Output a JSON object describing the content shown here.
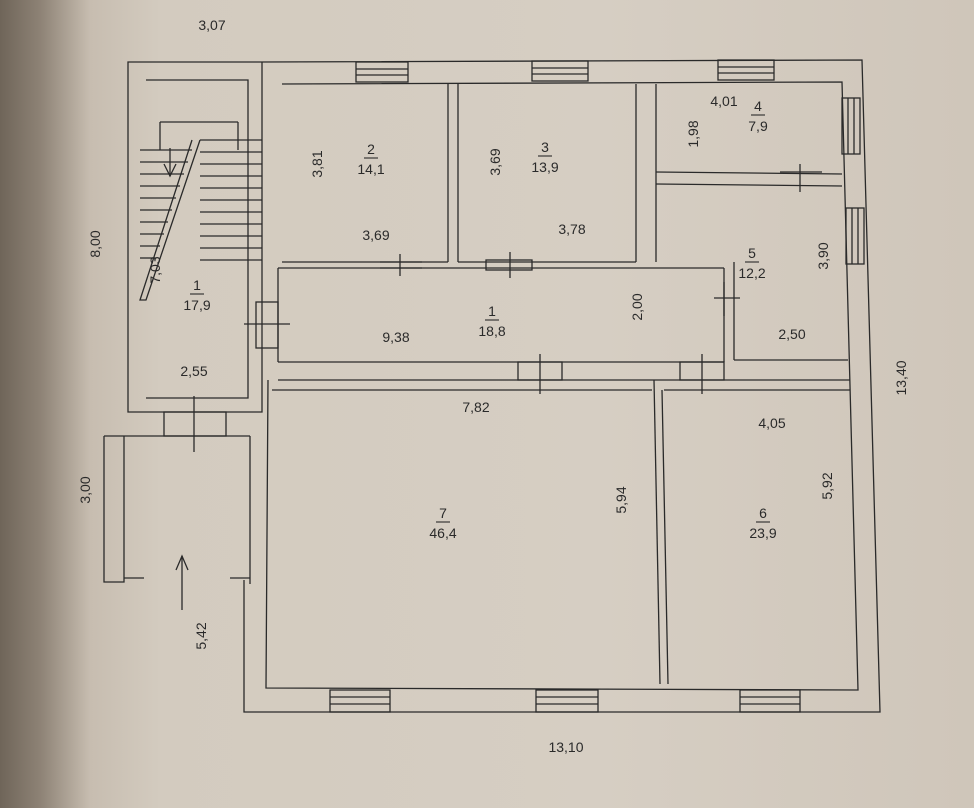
{
  "page_title": "",
  "rooms": [
    {
      "id": "stair",
      "num": "1",
      "area": "17,9"
    },
    {
      "id": "r2",
      "num": "2",
      "area": "14,1"
    },
    {
      "id": "r3",
      "num": "3",
      "area": "13,9"
    },
    {
      "id": "r4",
      "num": "4",
      "area": "7,9"
    },
    {
      "id": "r5",
      "num": "5",
      "area": "12,2"
    },
    {
      "id": "corridor",
      "num": "1",
      "area": "18,8"
    },
    {
      "id": "r7",
      "num": "7",
      "area": "46,4"
    },
    {
      "id": "r6",
      "num": "6",
      "area": "23,9"
    }
  ],
  "dimensions": {
    "top_left": "3,07",
    "stair_height": "8,00",
    "stair_diag": "7,03",
    "stair_width": "2,55",
    "porch_height": "3,00",
    "porch_length": "5,42",
    "r2_height": "3,81",
    "r2_width": "3,69",
    "r3_height": "3,69",
    "r3_width": "3,78",
    "r4_width": "4,01",
    "r4_height": "1,98",
    "r5_height": "3,90",
    "r5_width": "2,50",
    "corr_length": "9,38",
    "corr_width": "2,00",
    "r7_width": "7,82",
    "r7_height": "5,94",
    "r6_width": "4,05",
    "r6_height": "5,92",
    "total_height": "13,40",
    "total_width": "13,10"
  },
  "colors": {
    "ink": "#2a2a2a",
    "paper": "#d6cec3",
    "binding_shadow": "#6f6559"
  },
  "icons": {
    "entry_arrow": "arrow-up-icon",
    "stair_arrow": "arrow-down-icon"
  }
}
